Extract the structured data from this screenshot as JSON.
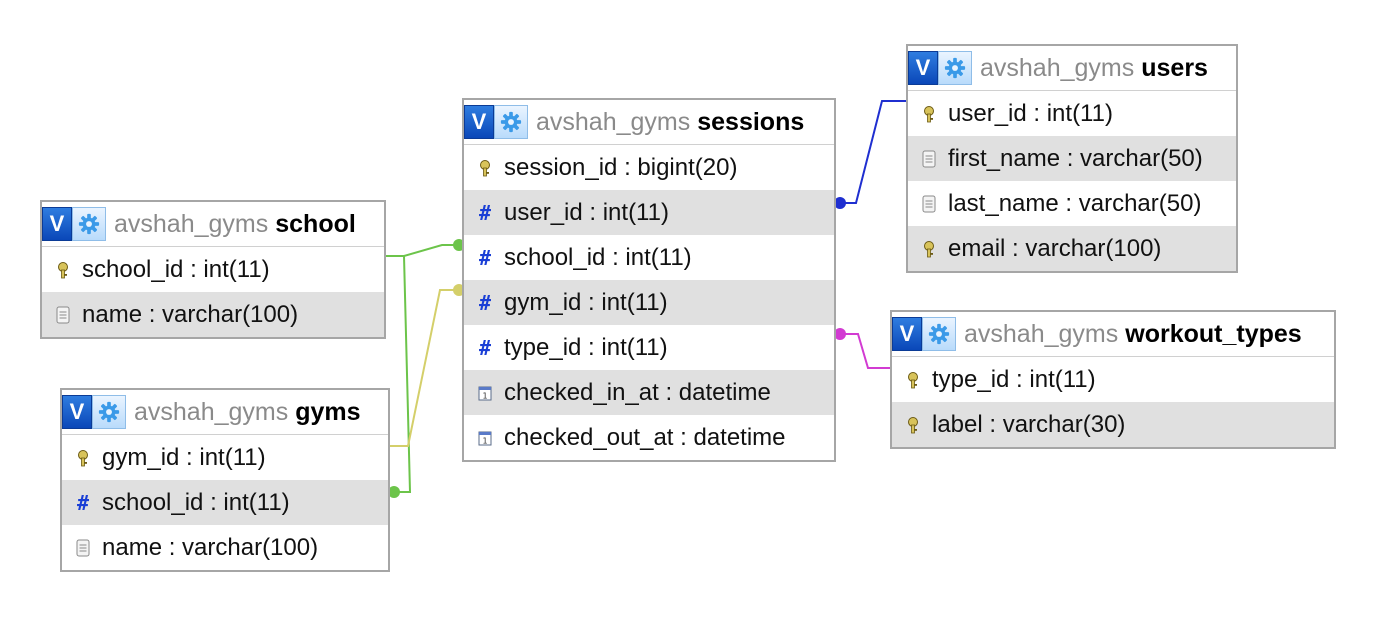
{
  "colors": {
    "users_link": "#1f2fd0",
    "school_link": "#6cc44a",
    "gym_link": "#d4cf6a",
    "workout_link": "#d23bd2",
    "row_alt": "#e0e0e0",
    "border": "#a6a6a6"
  },
  "tables": {
    "school": {
      "db": "avshah_gyms",
      "name": "school",
      "columns": [
        {
          "icon": "key-icon",
          "text": "school_id : int(11)"
        },
        {
          "icon": "text-field-icon",
          "text": "name : varchar(100)"
        }
      ]
    },
    "gyms": {
      "db": "avshah_gyms",
      "name": "gyms",
      "columns": [
        {
          "icon": "key-icon",
          "text": "gym_id : int(11)"
        },
        {
          "icon": "numeric-field-icon",
          "text": "school_id : int(11)"
        },
        {
          "icon": "text-field-icon",
          "text": "name : varchar(100)"
        }
      ]
    },
    "sessions": {
      "db": "avshah_gyms",
      "name": "sessions",
      "columns": [
        {
          "icon": "key-icon",
          "text": "session_id : bigint(20)"
        },
        {
          "icon": "numeric-field-icon",
          "text": "user_id : int(11)"
        },
        {
          "icon": "numeric-field-icon",
          "text": "school_id : int(11)"
        },
        {
          "icon": "numeric-field-icon",
          "text": "gym_id : int(11)"
        },
        {
          "icon": "numeric-field-icon",
          "text": "type_id : int(11)"
        },
        {
          "icon": "datetime-field-icon",
          "text": "checked_in_at : datetime"
        },
        {
          "icon": "datetime-field-icon",
          "text": "checked_out_at : datetime"
        }
      ]
    },
    "users": {
      "db": "avshah_gyms",
      "name": "users",
      "columns": [
        {
          "icon": "key-icon",
          "text": "user_id : int(11)"
        },
        {
          "icon": "text-field-icon",
          "text": "first_name : varchar(50)"
        },
        {
          "icon": "text-field-icon",
          "text": "last_name : varchar(50)"
        },
        {
          "icon": "key-icon",
          "text": "email : varchar(100)"
        }
      ]
    },
    "workout_types": {
      "db": "avshah_gyms",
      "name": "workout_types",
      "columns": [
        {
          "icon": "key-icon",
          "text": "type_id : int(11)"
        },
        {
          "icon": "key-icon",
          "text": "label : varchar(30)"
        }
      ]
    }
  },
  "relations": [
    {
      "from": "sessions.user_id",
      "to": "users.user_id",
      "color": "#1f2fd0"
    },
    {
      "from": "sessions.school_id",
      "to": "school.school_id",
      "color": "#6cc44a"
    },
    {
      "from": "gyms.school_id",
      "to": "school.school_id",
      "color": "#6cc44a"
    },
    {
      "from": "sessions.gym_id",
      "to": "gyms.gym_id",
      "color": "#d4cf6a"
    },
    {
      "from": "sessions.type_id",
      "to": "workout_types.type_id",
      "color": "#d23bd2"
    }
  ]
}
